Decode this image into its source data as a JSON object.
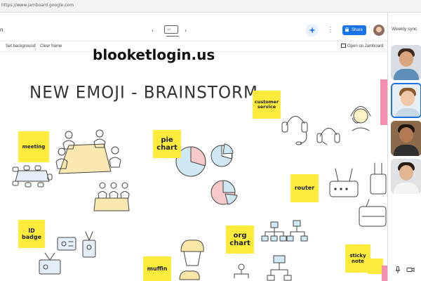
{
  "browser": {
    "url": "https://www.jamboard.google.com"
  },
  "topbar": {
    "left_fragment": "n",
    "frame_indicator": "1/2",
    "share_label": "Share"
  },
  "toolbar": {
    "set_background": "Set background",
    "clear_frame": "Clear frame",
    "open_on_jamboard": "Open on Jamboard"
  },
  "watermark": "blooketlogin.us",
  "board": {
    "title": "NEW EMOJI - BRAINSTORM",
    "stickies": {
      "meeting": "meeting",
      "pie_chart": "pie chart",
      "customer_service": "customer service",
      "router": "router",
      "id_badge": "ID badge",
      "org_chart": "org chart",
      "sticky_note": "sticky note",
      "muffin": "muffin"
    }
  },
  "sidebar": {
    "title": "Weekly sync"
  },
  "colors": {
    "sticky": "#ffeb3b",
    "accent": "#1a73e8",
    "pink": "#f48fb1"
  }
}
